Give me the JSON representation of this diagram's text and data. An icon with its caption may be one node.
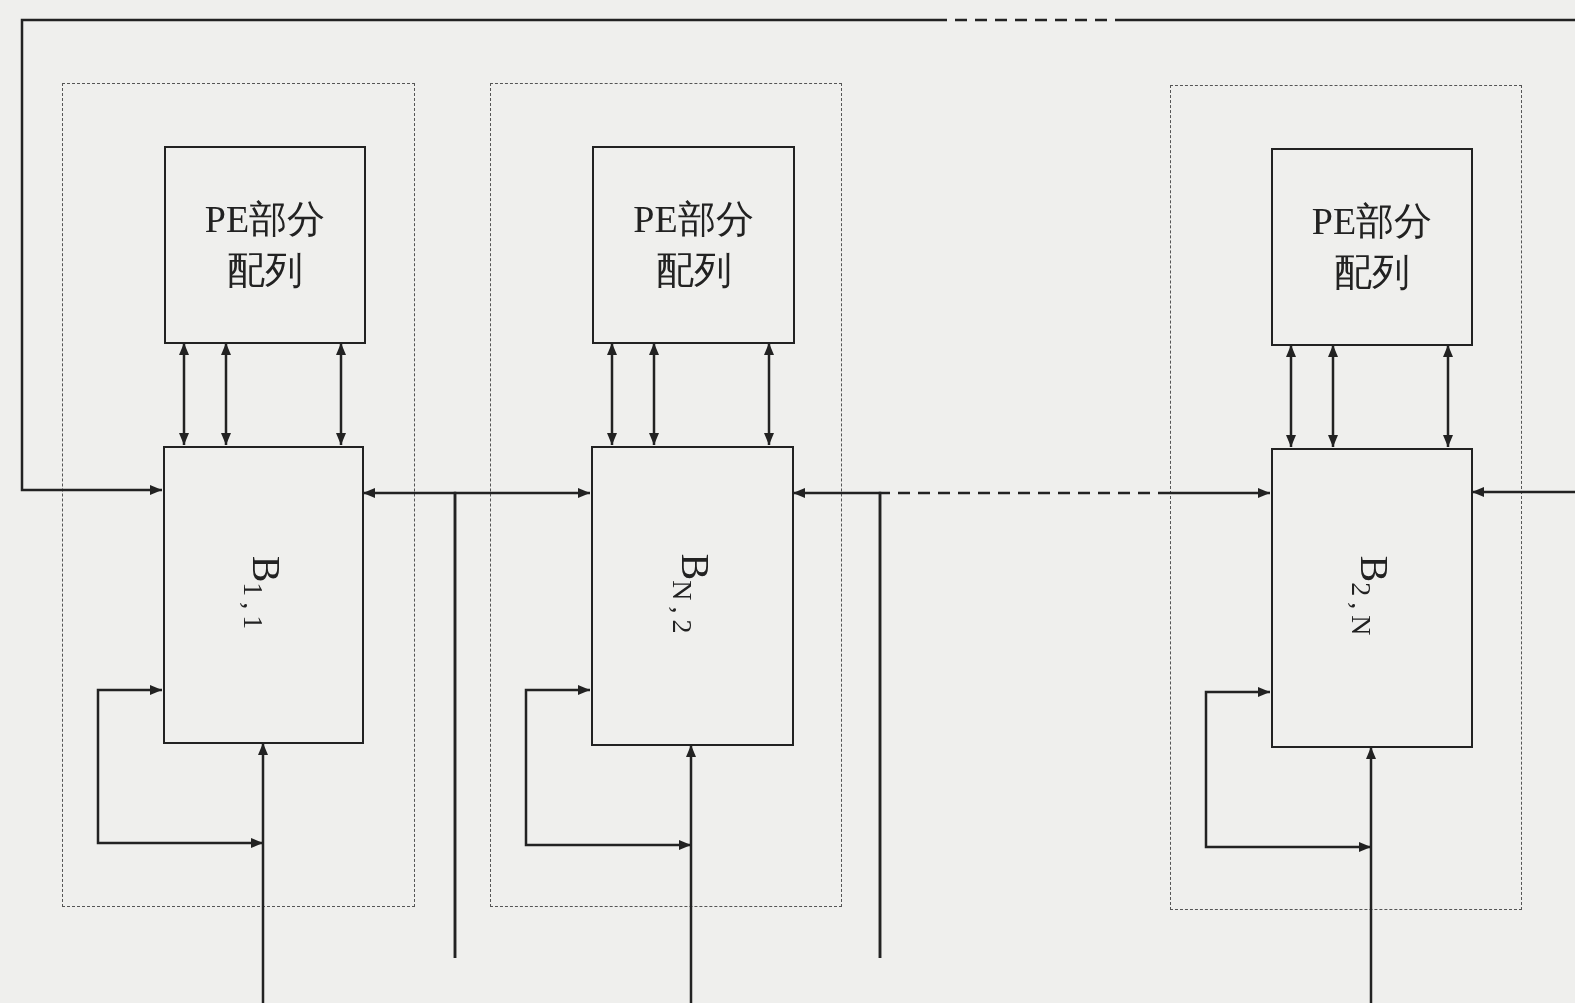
{
  "diagram": {
    "nodes": [
      {
        "text": [],
        "shape": "box"
      },
      {
        "text": [
          "PE部分配列"
        ],
        "in": 0
      },
      {
        "text": [
          "B$_{1,1}$"
        ],
        "in": 0
      },
      {
        "text": [],
        "shape": "box"
      },
      {
        "text": [
          "PE部分配列"
        ],
        "in": 3
      },
      {
        "text": [
          "B$_{N,2}$"
        ],
        "in": 3
      },
      {
        "text": [],
        "shape": "box"
      },
      {
        "text": [
          "PE部分配列"
        ],
        "in": 6
      },
      {
        "text": [
          "B$_{2,N}$"
        ],
        "in": 6
      }
    ],
    "edges": [
      {
        "from": 1,
        "to": 2,
        "arrow": "both"
      },
      {
        "from": 1,
        "to": 2,
        "arrow": "both"
      },
      {
        "from": 1,
        "to": 2,
        "arrow": "both"
      },
      {
        "from": 4,
        "to": 5,
        "arrow": "both"
      },
      {
        "from": 4,
        "to": 5,
        "arrow": "both"
      },
      {
        "from": 4,
        "to": 5,
        "arrow": "both"
      },
      {
        "from": 7,
        "to": 8,
        "arrow": "both"
      },
      {
        "from": 7,
        "to": 8,
        "arrow": "both"
      },
      {
        "from": 7,
        "to": 8,
        "arrow": "both"
      },
      {
        "from": null,
        "to": 2,
        "arrow": "to",
        "style": "dashed"
      },
      {
        "from": null,
        "to": 2,
        "arrow": "both"
      },
      {
        "from": null,
        "to": 2,
        "arrow": "to"
      },
      {
        "from": null,
        "to": 2,
        "arrow": "to"
      },
      {
        "from": null,
        "to": 5,
        "arrow": "to"
      },
      {
        "from": null,
        "to": 5,
        "arrow": "both"
      },
      {
        "from": null,
        "to": 5,
        "arrow": "to"
      },
      {
        "from": null,
        "to": 5,
        "arrow": "to"
      },
      {
        "from": null,
        "to": 8,
        "arrow": "to",
        "style": "dashed"
      },
      {
        "from": null,
        "to": 8,
        "arrow": "both"
      },
      {
        "from": null,
        "to": 8,
        "arrow": "to"
      },
      {
        "from": null,
        "to": 8,
        "arrow": "to"
      }
    ]
  }
}
